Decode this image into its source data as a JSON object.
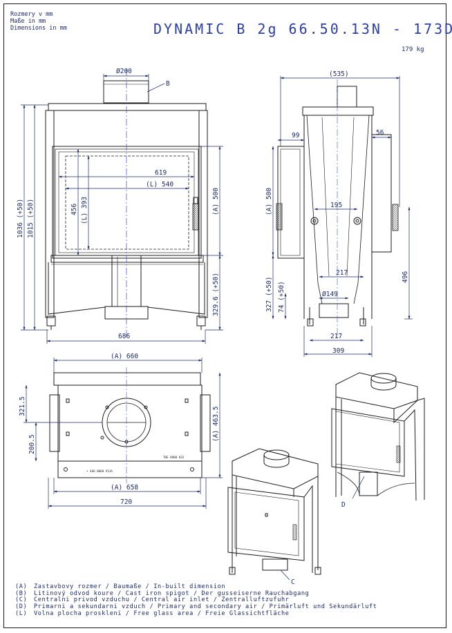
{
  "header": {
    "units_lines": [
      "Rozmery v mm",
      "Maße in mm",
      "Dimensions in mm"
    ],
    "title": "DYNAMIC B 2g 66.50.13N - 173D",
    "weight": "179 kg"
  },
  "front_view": {
    "flue_diameter": "Ø200",
    "callout_b": "B",
    "height_total_a": "1036 (+50)",
    "height_total_b": "1015 (+50)",
    "glass_height_l": "(L) 393",
    "glass_height": "456",
    "width_619": "619",
    "width_l_540": "(L) 540",
    "height_a_500": "(A) 500",
    "height_329": "329.6 (+50)",
    "width_686": "686"
  },
  "side_view": {
    "depth_535": "(535)",
    "dim_99": "99",
    "dim_56": "56",
    "dim_195": "195",
    "height_a_500": "(A) 500",
    "dim_496": "496",
    "dim_217_upper": "217",
    "dim_149": "Ø149",
    "dim_327": "327 (+50)",
    "dim_74": "74 (+50)",
    "dim_217_lower": "217",
    "dim_309": "309"
  },
  "top_view": {
    "width_a_660": "(A) 660",
    "dim_321": "321.5",
    "dim_200": "200.5",
    "depth_a_463": "(A) 463.5",
    "width_a_658": "(A) 658",
    "width_720": "720",
    "stamp_1": "TDE 0900 032",
    "stamp_2": "• 466 0060 V11A"
  },
  "iso_views": {
    "callout_d": "D",
    "callout_c": "C"
  },
  "legend": [
    {
      "key": "(A)",
      "text": "Zastavbovy rozmer / Baumaße / In-built dimension"
    },
    {
      "key": "(B)",
      "text": "Litinový odvod koure / Cast iron spigot / Der gusseiserne Rauchabgang"
    },
    {
      "key": "(C)",
      "text": "Centralni privod vzduchu / Central air inlet / Zentralluftzufuhr"
    },
    {
      "key": "(D)",
      "text": "Primarni a sekundarni vzduch / Primary and secondary air / Primärluft und Sekundärluft"
    },
    {
      "key": "(L)",
      "text": "Volna plocha proskleni / Free glass area / Freie Glassichtfläche"
    }
  ],
  "colors": {
    "dimension": "#1a2a6c",
    "title": "#2b3ea8",
    "line": "#1a1a1a",
    "center": "#3b53c8"
  }
}
